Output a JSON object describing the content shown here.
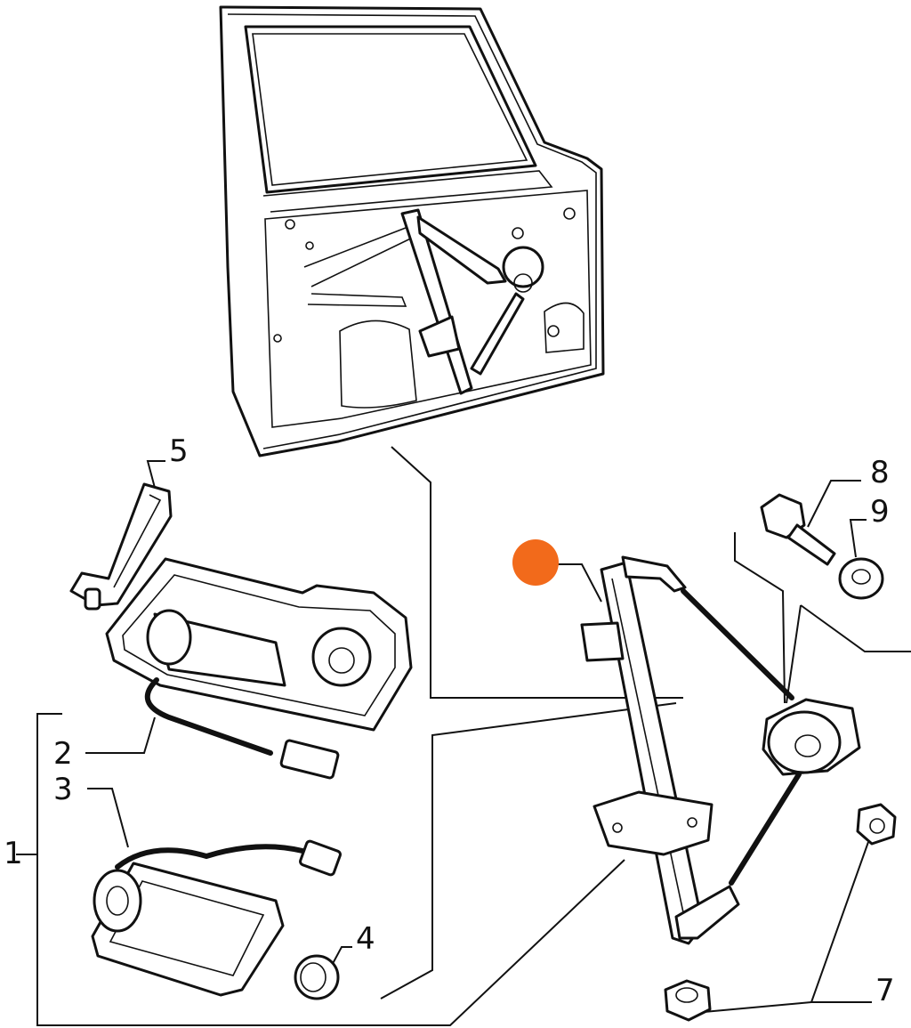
{
  "callouts": [
    "1",
    "2",
    "3",
    "4",
    "5",
    "7",
    "8",
    "9"
  ],
  "colors": {
    "marker": "#f26a1b",
    "ink": "#111111",
    "background": "#ffffff"
  }
}
